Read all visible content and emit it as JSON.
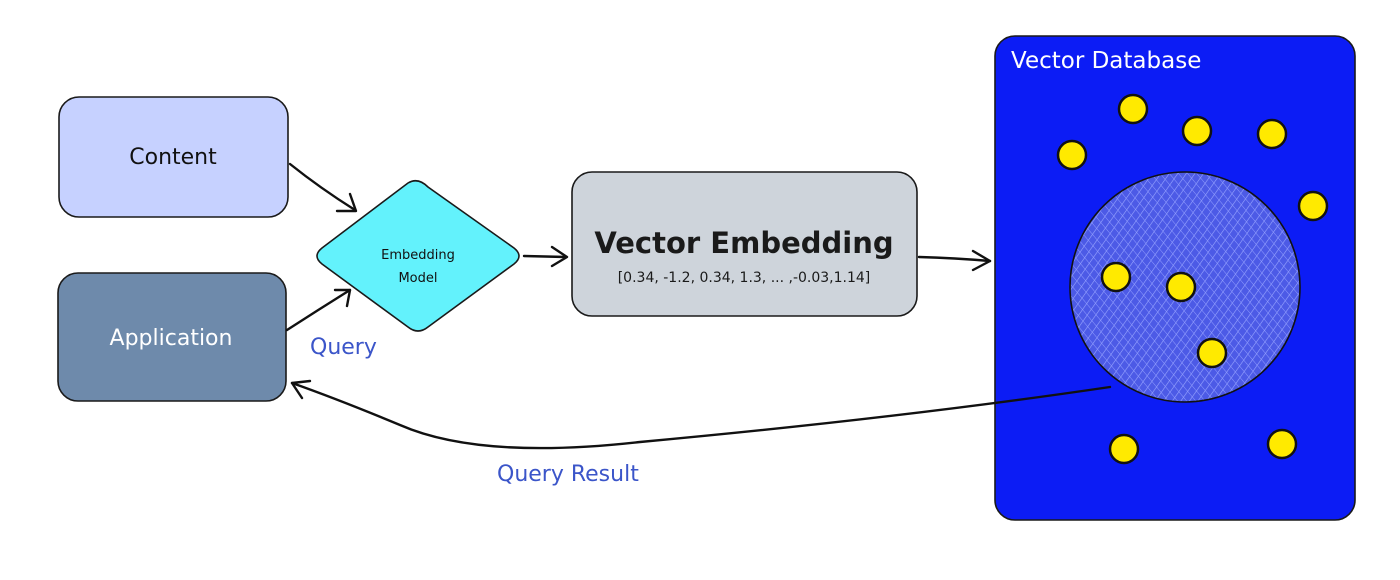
{
  "nodes": {
    "content": {
      "label": "Content",
      "fill": "#c6d1ff"
    },
    "application": {
      "label": "Application",
      "fill": "#6e8aab"
    },
    "embedding_model": {
      "line1": "Embedding",
      "line2": "Model",
      "fill": "#63f2fc"
    },
    "vector_embedding": {
      "title": "Vector Embedding",
      "values": "[0.34, -1.2, 0.34, 1.3, ... ,-0.03,1.14]",
      "fill": "#ced4db"
    },
    "vector_database": {
      "title": "Vector Database",
      "fill": "#0c1cf5",
      "dot_color": "#ffea00",
      "cluster_fill": "#4c5ae6"
    }
  },
  "edges": {
    "query": {
      "label": "Query",
      "color": "#3b55c9"
    },
    "query_result": {
      "label": "Query Result",
      "color": "#3b55c9"
    }
  }
}
